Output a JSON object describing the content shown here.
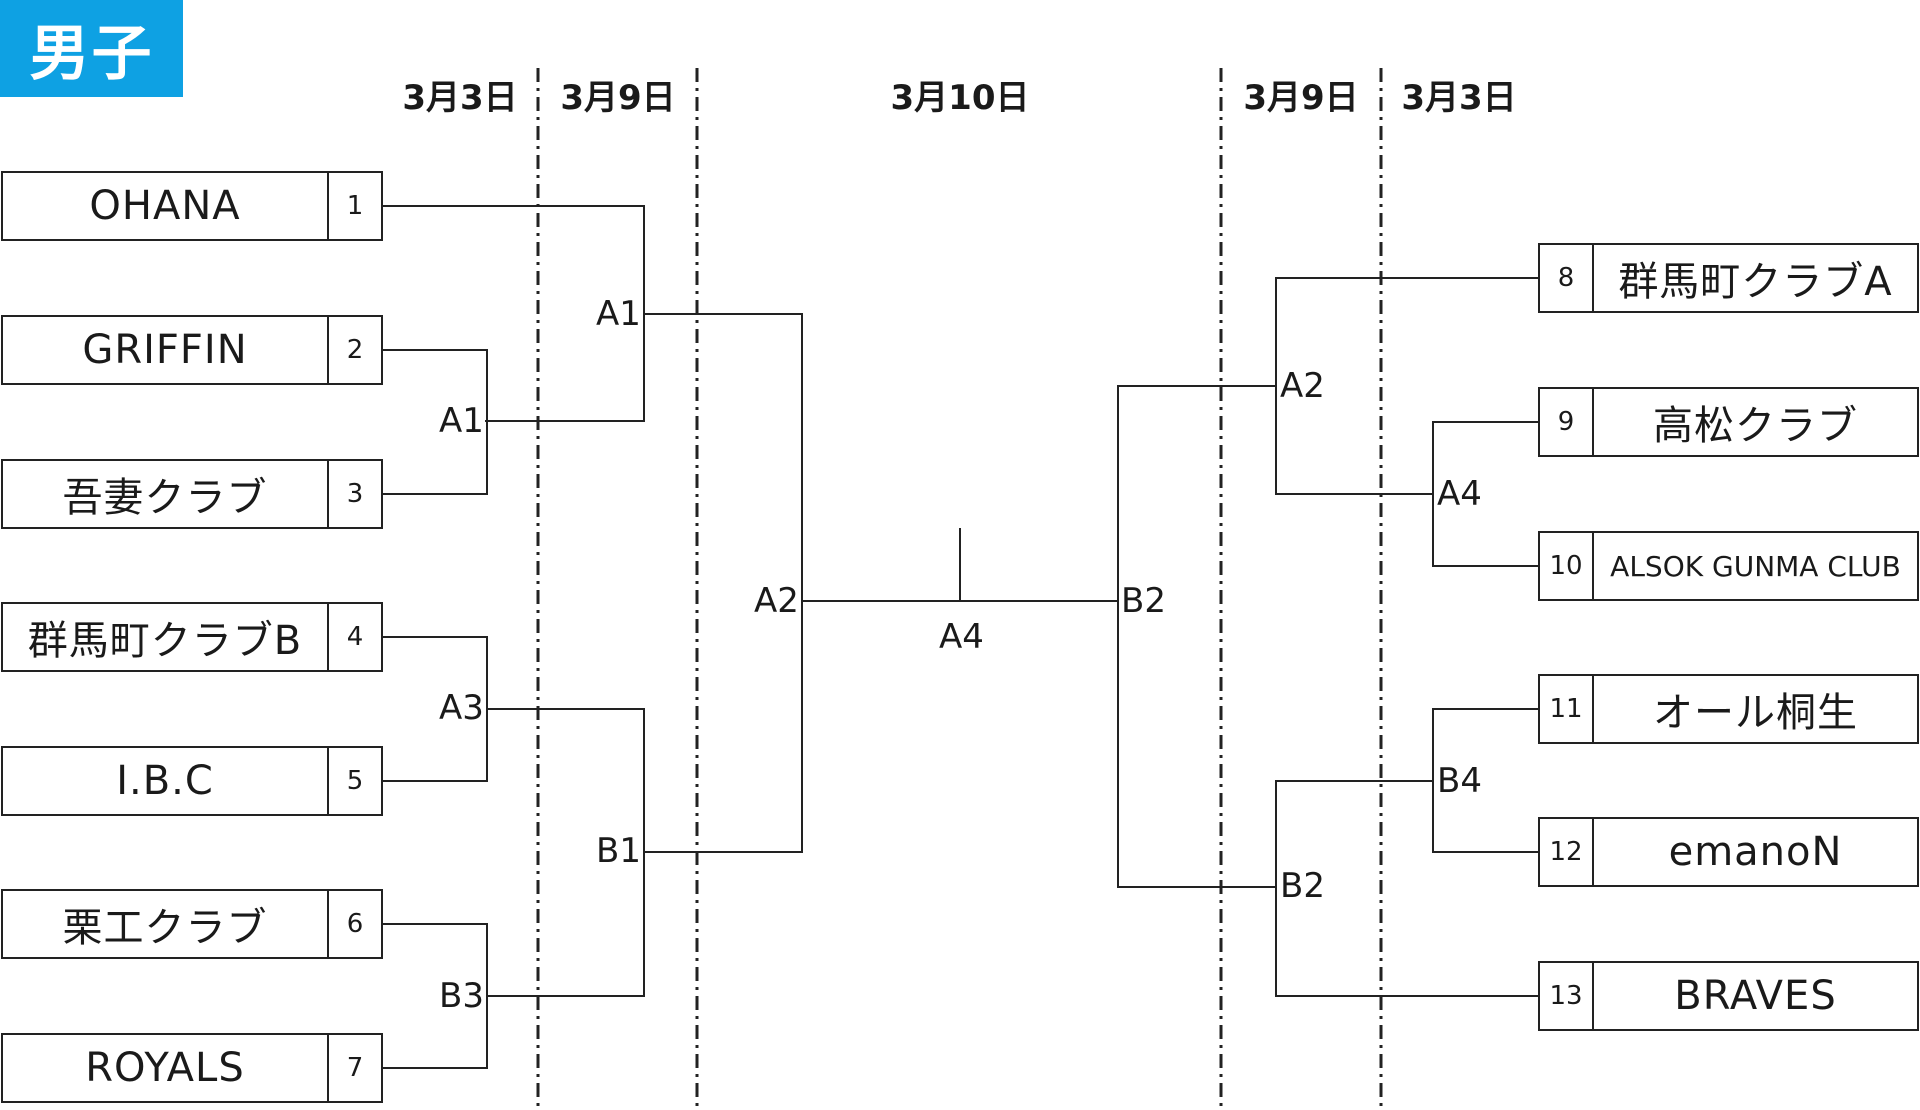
{
  "badge": "男子",
  "dates": {
    "left_round1": "3月3日",
    "left_round2": "3月9日",
    "final": "3月10日",
    "right_round2": "3月9日",
    "right_round1": "3月3日"
  },
  "teams_left": [
    {
      "num": "1",
      "name": "OHANA"
    },
    {
      "num": "2",
      "name": "GRIFFIN"
    },
    {
      "num": "3",
      "name": "吾妻クラブ"
    },
    {
      "num": "4",
      "name": "群馬町クラブB"
    },
    {
      "num": "5",
      "name": "I.B.C"
    },
    {
      "num": "6",
      "name": "栗工クラブ"
    },
    {
      "num": "7",
      "name": "ROYALS"
    }
  ],
  "teams_right": [
    {
      "num": "8",
      "name": "群馬町クラブA"
    },
    {
      "num": "9",
      "name": "高松クラブ"
    },
    {
      "num": "10",
      "name": "ALSOK GUNMA CLUB"
    },
    {
      "num": "11",
      "name": "オール桐生"
    },
    {
      "num": "12",
      "name": "emanoN"
    },
    {
      "num": "13",
      "name": "BRAVES"
    }
  ],
  "match_labels": {
    "left_r1_a": "A1",
    "left_r1_b": "A3",
    "left_r1_c": "B3",
    "left_r2_a": "A1",
    "left_r2_b": "B1",
    "left_semi": "A2",
    "final": "A4",
    "right_semi": "B2",
    "right_r2_a": "A2",
    "right_r2_b": "B2",
    "right_r1_a": "A4",
    "right_r1_b": "B4"
  }
}
